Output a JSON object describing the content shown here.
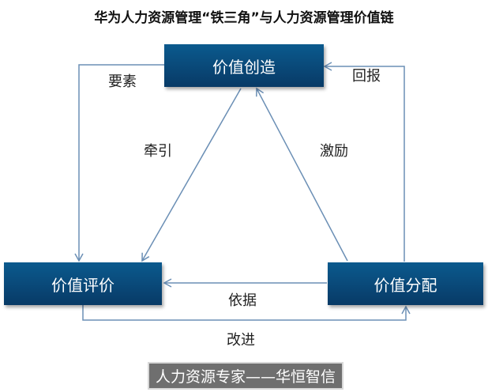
{
  "title": "华为人力资源管理“铁三角”与人力资源管理价值链",
  "nodes": {
    "top": "价值创造",
    "left": "价值评价",
    "right": "价值分配"
  },
  "edges": {
    "elements": "要素",
    "return": "回报",
    "traction": "牵引",
    "incentive": "激励",
    "basis": "依据",
    "improve": "改进"
  },
  "watermark": "人力资源专家——华恒智信",
  "colors": {
    "box": "#0b5a8e",
    "arrow": "#6b8fb5"
  }
}
